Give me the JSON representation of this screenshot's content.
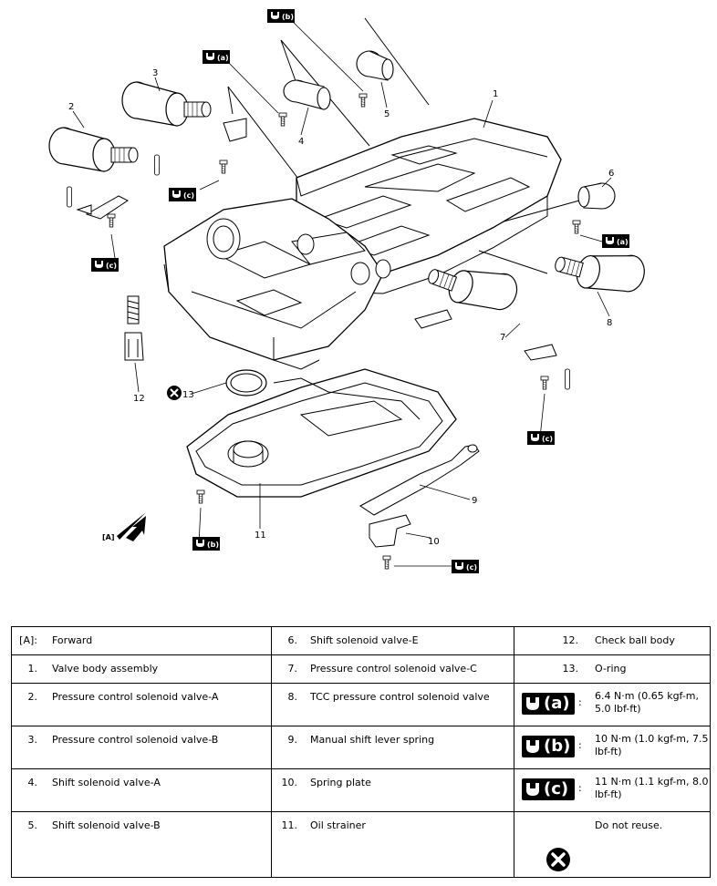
{
  "figure": {
    "torque_badges": {
      "a": "(a)",
      "b": "(b)",
      "c": "(c)"
    },
    "callouts": [
      "1",
      "2",
      "3",
      "4",
      "5",
      "6",
      "7",
      "8",
      "9",
      "10",
      "11",
      "12",
      "13"
    ],
    "forward_label": "[A]"
  },
  "legend": {
    "col1": [
      {
        "num": "[A]:",
        "label": "Forward"
      },
      {
        "num": "1.",
        "label": "Valve body assembly"
      },
      {
        "num": "2.",
        "label": "Pressure control solenoid valve-A"
      },
      {
        "num": "3.",
        "label": "Pressure control solenoid valve-B"
      },
      {
        "num": "4.",
        "label": "Shift solenoid valve-A"
      },
      {
        "num": "5.",
        "label": "Shift solenoid valve-B"
      }
    ],
    "col2": [
      {
        "num": "6.",
        "label": "Shift solenoid valve-E"
      },
      {
        "num": "7.",
        "label": "Pressure control solenoid valve-C"
      },
      {
        "num": "8.",
        "label": "TCC pressure control solenoid valve"
      },
      {
        "num": "9.",
        "label": "Manual shift lever spring"
      },
      {
        "num": "10.",
        "label": "Spring plate"
      },
      {
        "num": "11.",
        "label": "Oil strainer"
      }
    ],
    "col3_parts": [
      {
        "num": "12.",
        "label": "Check ball body"
      },
      {
        "num": "13.",
        "label": "O-ring"
      }
    ],
    "torques": [
      {
        "badge": "(a)",
        "colon": ":",
        "value": "6.4 N·m (0.65 kgf-m, 5.0 lbf-ft)"
      },
      {
        "badge": "(b)",
        "colon": ":",
        "value": "10 N·m (1.0 kgf-m, 7.5 lbf-ft)"
      },
      {
        "badge": "(c)",
        "colon": ":",
        "value": "11 N·m (1.1 kgf-m, 8.0 lbf-ft)"
      }
    ],
    "no_reuse": "Do not reuse."
  }
}
